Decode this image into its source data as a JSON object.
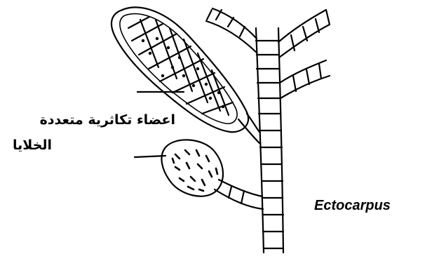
{
  "label": {
    "organ_line1": "اعضاء تكاثرية متعددة",
    "organ_line2": "الخلايا"
  },
  "species_name": "Ectocarpus"
}
